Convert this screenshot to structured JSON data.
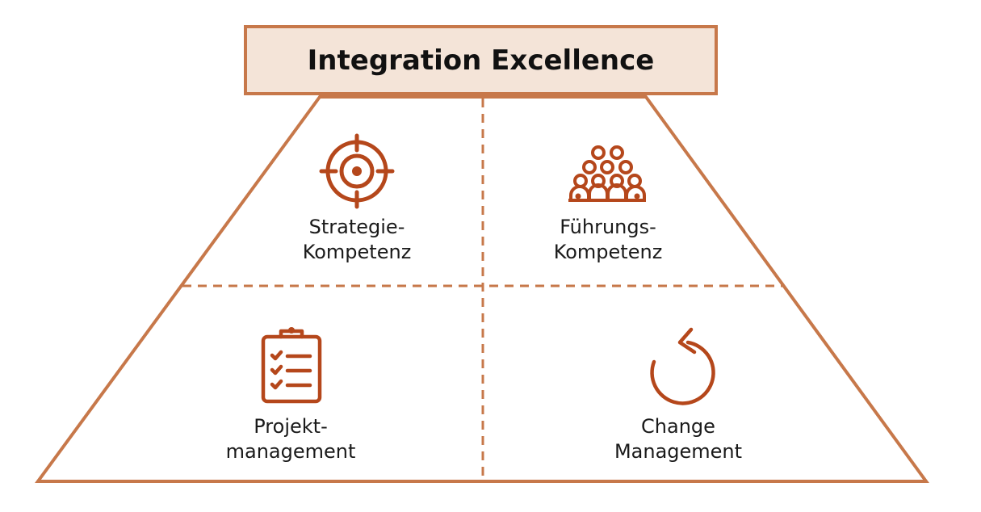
{
  "title": "Integration Excellence",
  "colors": {
    "outline": "#c7784a",
    "icon": "#b5471b",
    "title_fill": "#f4e4d8",
    "text": "#1a1a1a"
  },
  "quadrants": [
    {
      "icon": "target-icon",
      "line1": "Strategie-",
      "line2": "Kompetenz"
    },
    {
      "icon": "people-group-icon",
      "line1": "Führungs-",
      "line2": "Kompetenz"
    },
    {
      "icon": "clipboard-checklist-icon",
      "line1": "Projekt-",
      "line2": "management"
    },
    {
      "icon": "refresh-arrow-icon",
      "line1": "Change",
      "line2": "Management"
    }
  ]
}
